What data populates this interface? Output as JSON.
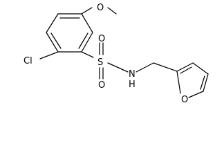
{
  "molecule": {
    "atoms": {
      "cl": "Cl",
      "o_methoxy": "O",
      "s": "S",
      "o_sulfonyl_top": "O",
      "o_sulfonyl_bottom": "O",
      "n": "N",
      "h": "H",
      "o_furan": "O"
    }
  }
}
